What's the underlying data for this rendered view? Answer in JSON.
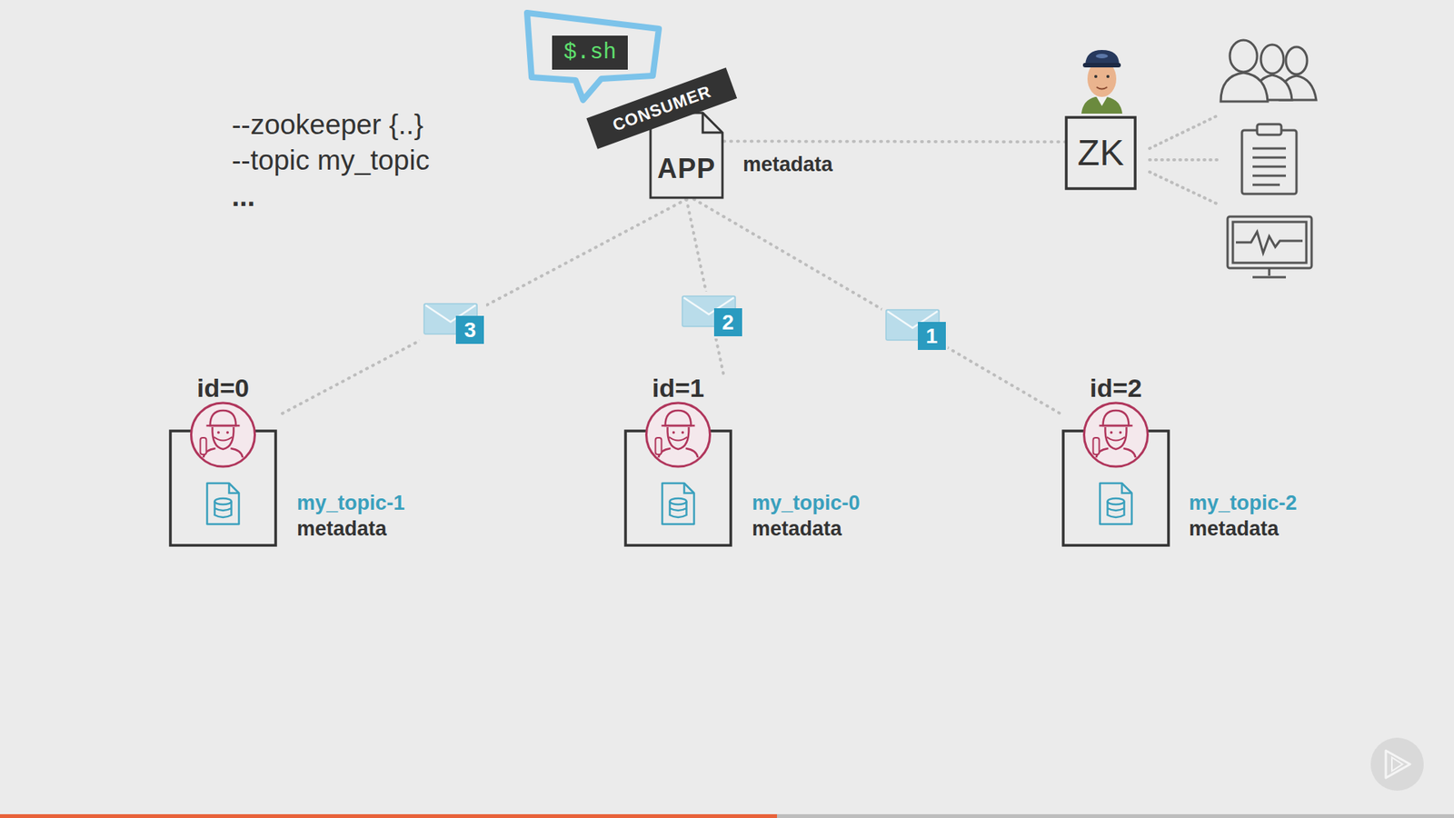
{
  "diagram": {
    "nodes": [
      {
        "text": [
          "$.sh"
        ]
      },
      {
        "text": [
          "APP"
        ]
      },
      {
        "text": [
          "ZK"
        ]
      },
      {
        "text": [
          "id=0"
        ]
      },
      {
        "text": [
          "id=1"
        ]
      },
      {
        "text": [
          "id=2"
        ]
      }
    ],
    "edges": [
      {
        "from": 1,
        "to": 3,
        "arrow": "none",
        "label": "3"
      },
      {
        "from": 1,
        "to": 4,
        "arrow": "none",
        "label": "2"
      },
      {
        "from": 1,
        "to": 5,
        "arrow": "none",
        "label": "1"
      },
      {
        "from": 1,
        "to": 2,
        "arrow": "none"
      }
    ],
    "labels": [
      "--zookeeper {..}",
      "--topic my_topic",
      "...",
      "CONSUMER",
      "metadata",
      "my_topic-1",
      "metadata",
      "my_topic-0",
      "metadata",
      "my_topic-2",
      "metadata"
    ]
  }
}
